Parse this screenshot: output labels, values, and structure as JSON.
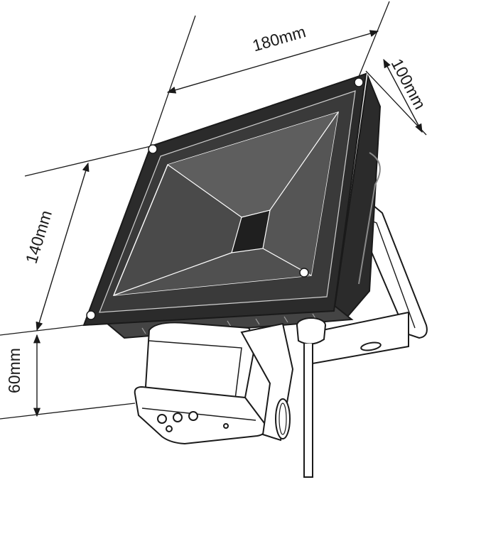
{
  "dimensions": {
    "width": "180mm",
    "depth": "100mm",
    "height": "140mm",
    "sensor_height": "60mm"
  },
  "colors": {
    "line": "#1a1a1a",
    "housing": "#2b2b2b",
    "face": "#3a3a3a",
    "reflector_dark": "#4a4a4a",
    "reflector_mid": "#5e5e5e",
    "chip": "#1f1f1f",
    "sensor_body": "#ffffff",
    "background": "#ffffff"
  },
  "parts": {
    "floodlight": "led-floodlight",
    "bracket": "mounting-bracket",
    "sensor": "pir-motion-sensor",
    "cable": "power-cable"
  }
}
